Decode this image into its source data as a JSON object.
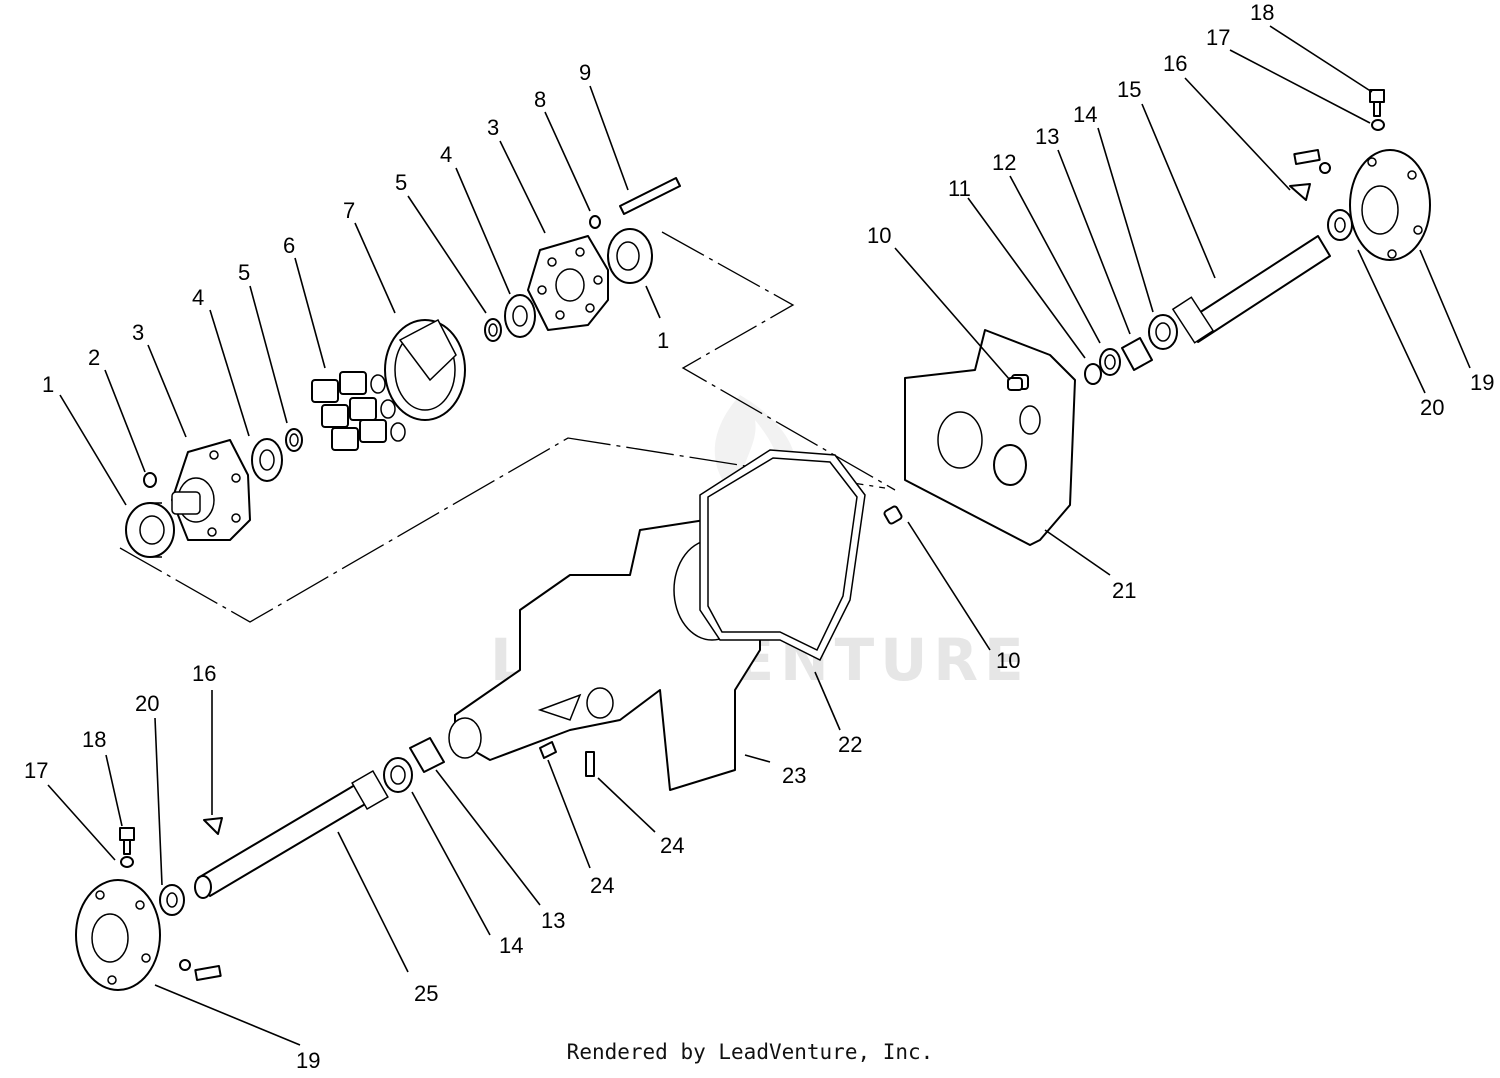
{
  "watermark": "LEADVENTURE",
  "credit": "Rendered by LeadVenture, Inc.",
  "callouts": [
    {
      "id": "c-1a",
      "text": "1"
    },
    {
      "id": "c-2",
      "text": "2"
    },
    {
      "id": "c-3a",
      "text": "3"
    },
    {
      "id": "c-4a",
      "text": "4"
    },
    {
      "id": "c-5a",
      "text": "5"
    },
    {
      "id": "c-6",
      "text": "6"
    },
    {
      "id": "c-7",
      "text": "7"
    },
    {
      "id": "c-5b",
      "text": "5"
    },
    {
      "id": "c-4b",
      "text": "4"
    },
    {
      "id": "c-3b",
      "text": "3"
    },
    {
      "id": "c-8",
      "text": "8"
    },
    {
      "id": "c-9",
      "text": "9"
    },
    {
      "id": "c-1b",
      "text": "1"
    },
    {
      "id": "c-10a",
      "text": "10"
    },
    {
      "id": "c-11",
      "text": "11"
    },
    {
      "id": "c-12",
      "text": "12"
    },
    {
      "id": "c-13a",
      "text": "13"
    },
    {
      "id": "c-14a",
      "text": "14"
    },
    {
      "id": "c-15",
      "text": "15"
    },
    {
      "id": "c-16a",
      "text": "16"
    },
    {
      "id": "c-17a",
      "text": "17"
    },
    {
      "id": "c-18a",
      "text": "18"
    },
    {
      "id": "c-19a",
      "text": "19"
    },
    {
      "id": "c-20a",
      "text": "20"
    },
    {
      "id": "c-21",
      "text": "21"
    },
    {
      "id": "c-10b",
      "text": "10"
    },
    {
      "id": "c-22",
      "text": "22"
    },
    {
      "id": "c-23",
      "text": "23"
    },
    {
      "id": "c-24a",
      "text": "24"
    },
    {
      "id": "c-24b",
      "text": "24"
    },
    {
      "id": "c-13b",
      "text": "13"
    },
    {
      "id": "c-14b",
      "text": "14"
    },
    {
      "id": "c-25",
      "text": "25"
    },
    {
      "id": "c-16b",
      "text": "16"
    },
    {
      "id": "c-20b",
      "text": "20"
    },
    {
      "id": "c-18b",
      "text": "18"
    },
    {
      "id": "c-17b",
      "text": "17"
    },
    {
      "id": "c-19b",
      "text": "19"
    }
  ]
}
